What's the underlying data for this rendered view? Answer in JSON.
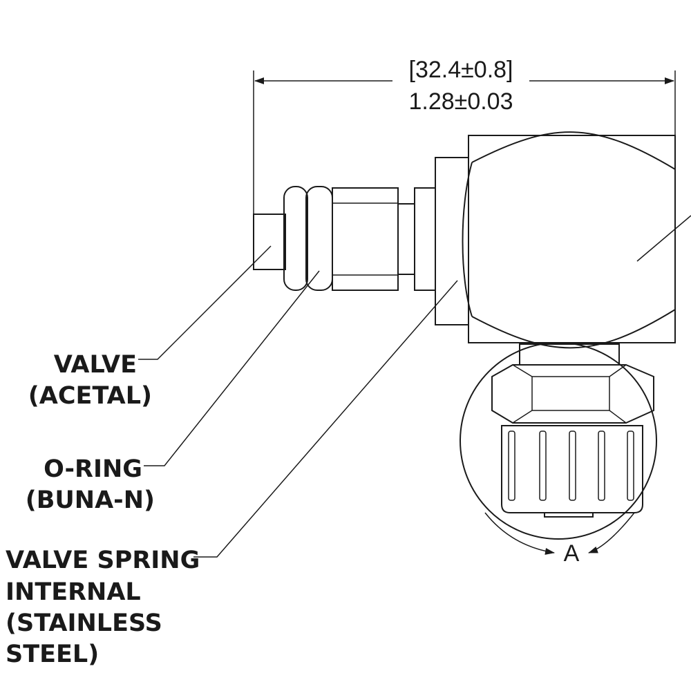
{
  "dimension": {
    "metric": "[32.4±0.8]",
    "imperial": "1.28±0.03"
  },
  "callouts": {
    "valve": [
      "VALVE",
      "(ACETAL)"
    ],
    "oring": [
      "O-RING",
      "(BUNA-N)"
    ],
    "spring": [
      "VALVE SPRING",
      "INTERNAL",
      "(STAINLESS",
      "STEEL)"
    ]
  },
  "view_label": "A"
}
